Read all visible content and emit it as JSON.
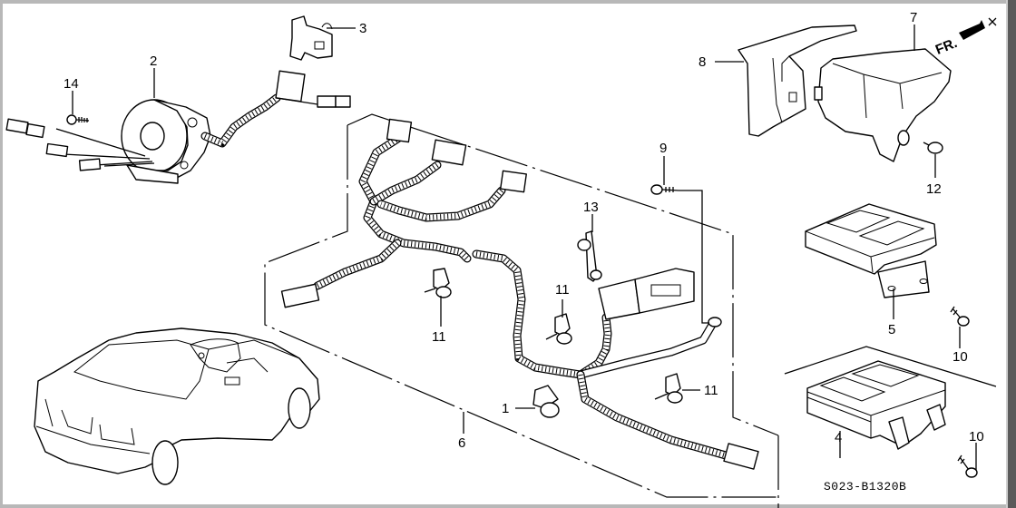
{
  "diagram": {
    "subject": "SRS airbag system parts diagram",
    "diagram_code": "S023-B1320B",
    "front_indicator": "FR.",
    "callouts": [
      {
        "id": "1",
        "label": "1",
        "part": "harness clamp"
      },
      {
        "id": "2",
        "label": "2",
        "part": "cable reel with wiring"
      },
      {
        "id": "3",
        "label": "3",
        "part": "connector bracket"
      },
      {
        "id": "4",
        "label": "4",
        "part": "control unit"
      },
      {
        "id": "5",
        "label": "5",
        "part": "control unit with bracket"
      },
      {
        "id": "6",
        "label": "6",
        "part": "SRS main harness"
      },
      {
        "id": "7",
        "label": "7",
        "part": "unit cover"
      },
      {
        "id": "8",
        "label": "8",
        "part": "cover bracket"
      },
      {
        "id": "9",
        "label": "9",
        "part": "ground bolt"
      },
      {
        "id": "10a",
        "label": "10",
        "part": "flange bolt"
      },
      {
        "id": "10b",
        "label": "10",
        "part": "flange bolt"
      },
      {
        "id": "11a",
        "label": "11",
        "part": "harness clip"
      },
      {
        "id": "11b",
        "label": "11",
        "part": "harness clip"
      },
      {
        "id": "11c",
        "label": "11",
        "part": "harness clip"
      },
      {
        "id": "12",
        "label": "12",
        "part": "flange nut"
      },
      {
        "id": "13",
        "label": "13",
        "part": "harness holder"
      },
      {
        "id": "14",
        "label": "14",
        "part": "tapping screw"
      }
    ]
  }
}
